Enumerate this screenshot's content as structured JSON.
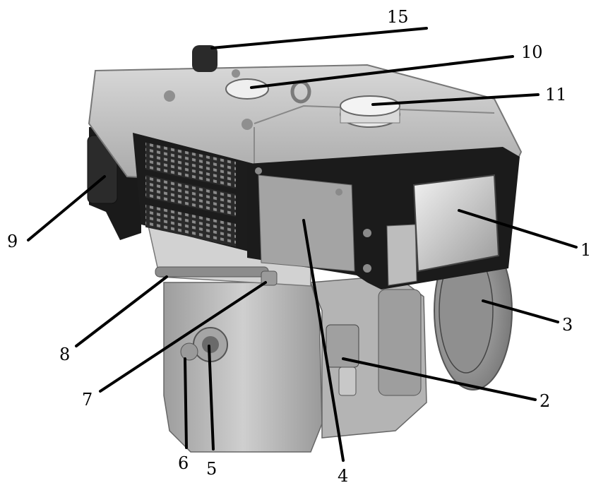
{
  "diagram": {
    "subject": "Single-cylinder diesel engine with labeled parts",
    "callouts": [
      {
        "id": "c15",
        "label": "15"
      },
      {
        "id": "c10",
        "label": "10"
      },
      {
        "id": "c11",
        "label": "11"
      },
      {
        "id": "c9",
        "label": "9"
      },
      {
        "id": "c1",
        "label": "1"
      },
      {
        "id": "c3",
        "label": "3"
      },
      {
        "id": "c8",
        "label": "8"
      },
      {
        "id": "c7",
        "label": "7"
      },
      {
        "id": "c2",
        "label": "2"
      },
      {
        "id": "c6",
        "label": "6"
      },
      {
        "id": "c5",
        "label": "5"
      },
      {
        "id": "c4",
        "label": "4"
      }
    ]
  },
  "colors": {
    "line": "#000000",
    "body_light": "#c9c9c9",
    "body_mid": "#a9a9a9",
    "body_dark": "#7d7d7d",
    "frame_black": "#1a1a1a"
  }
}
